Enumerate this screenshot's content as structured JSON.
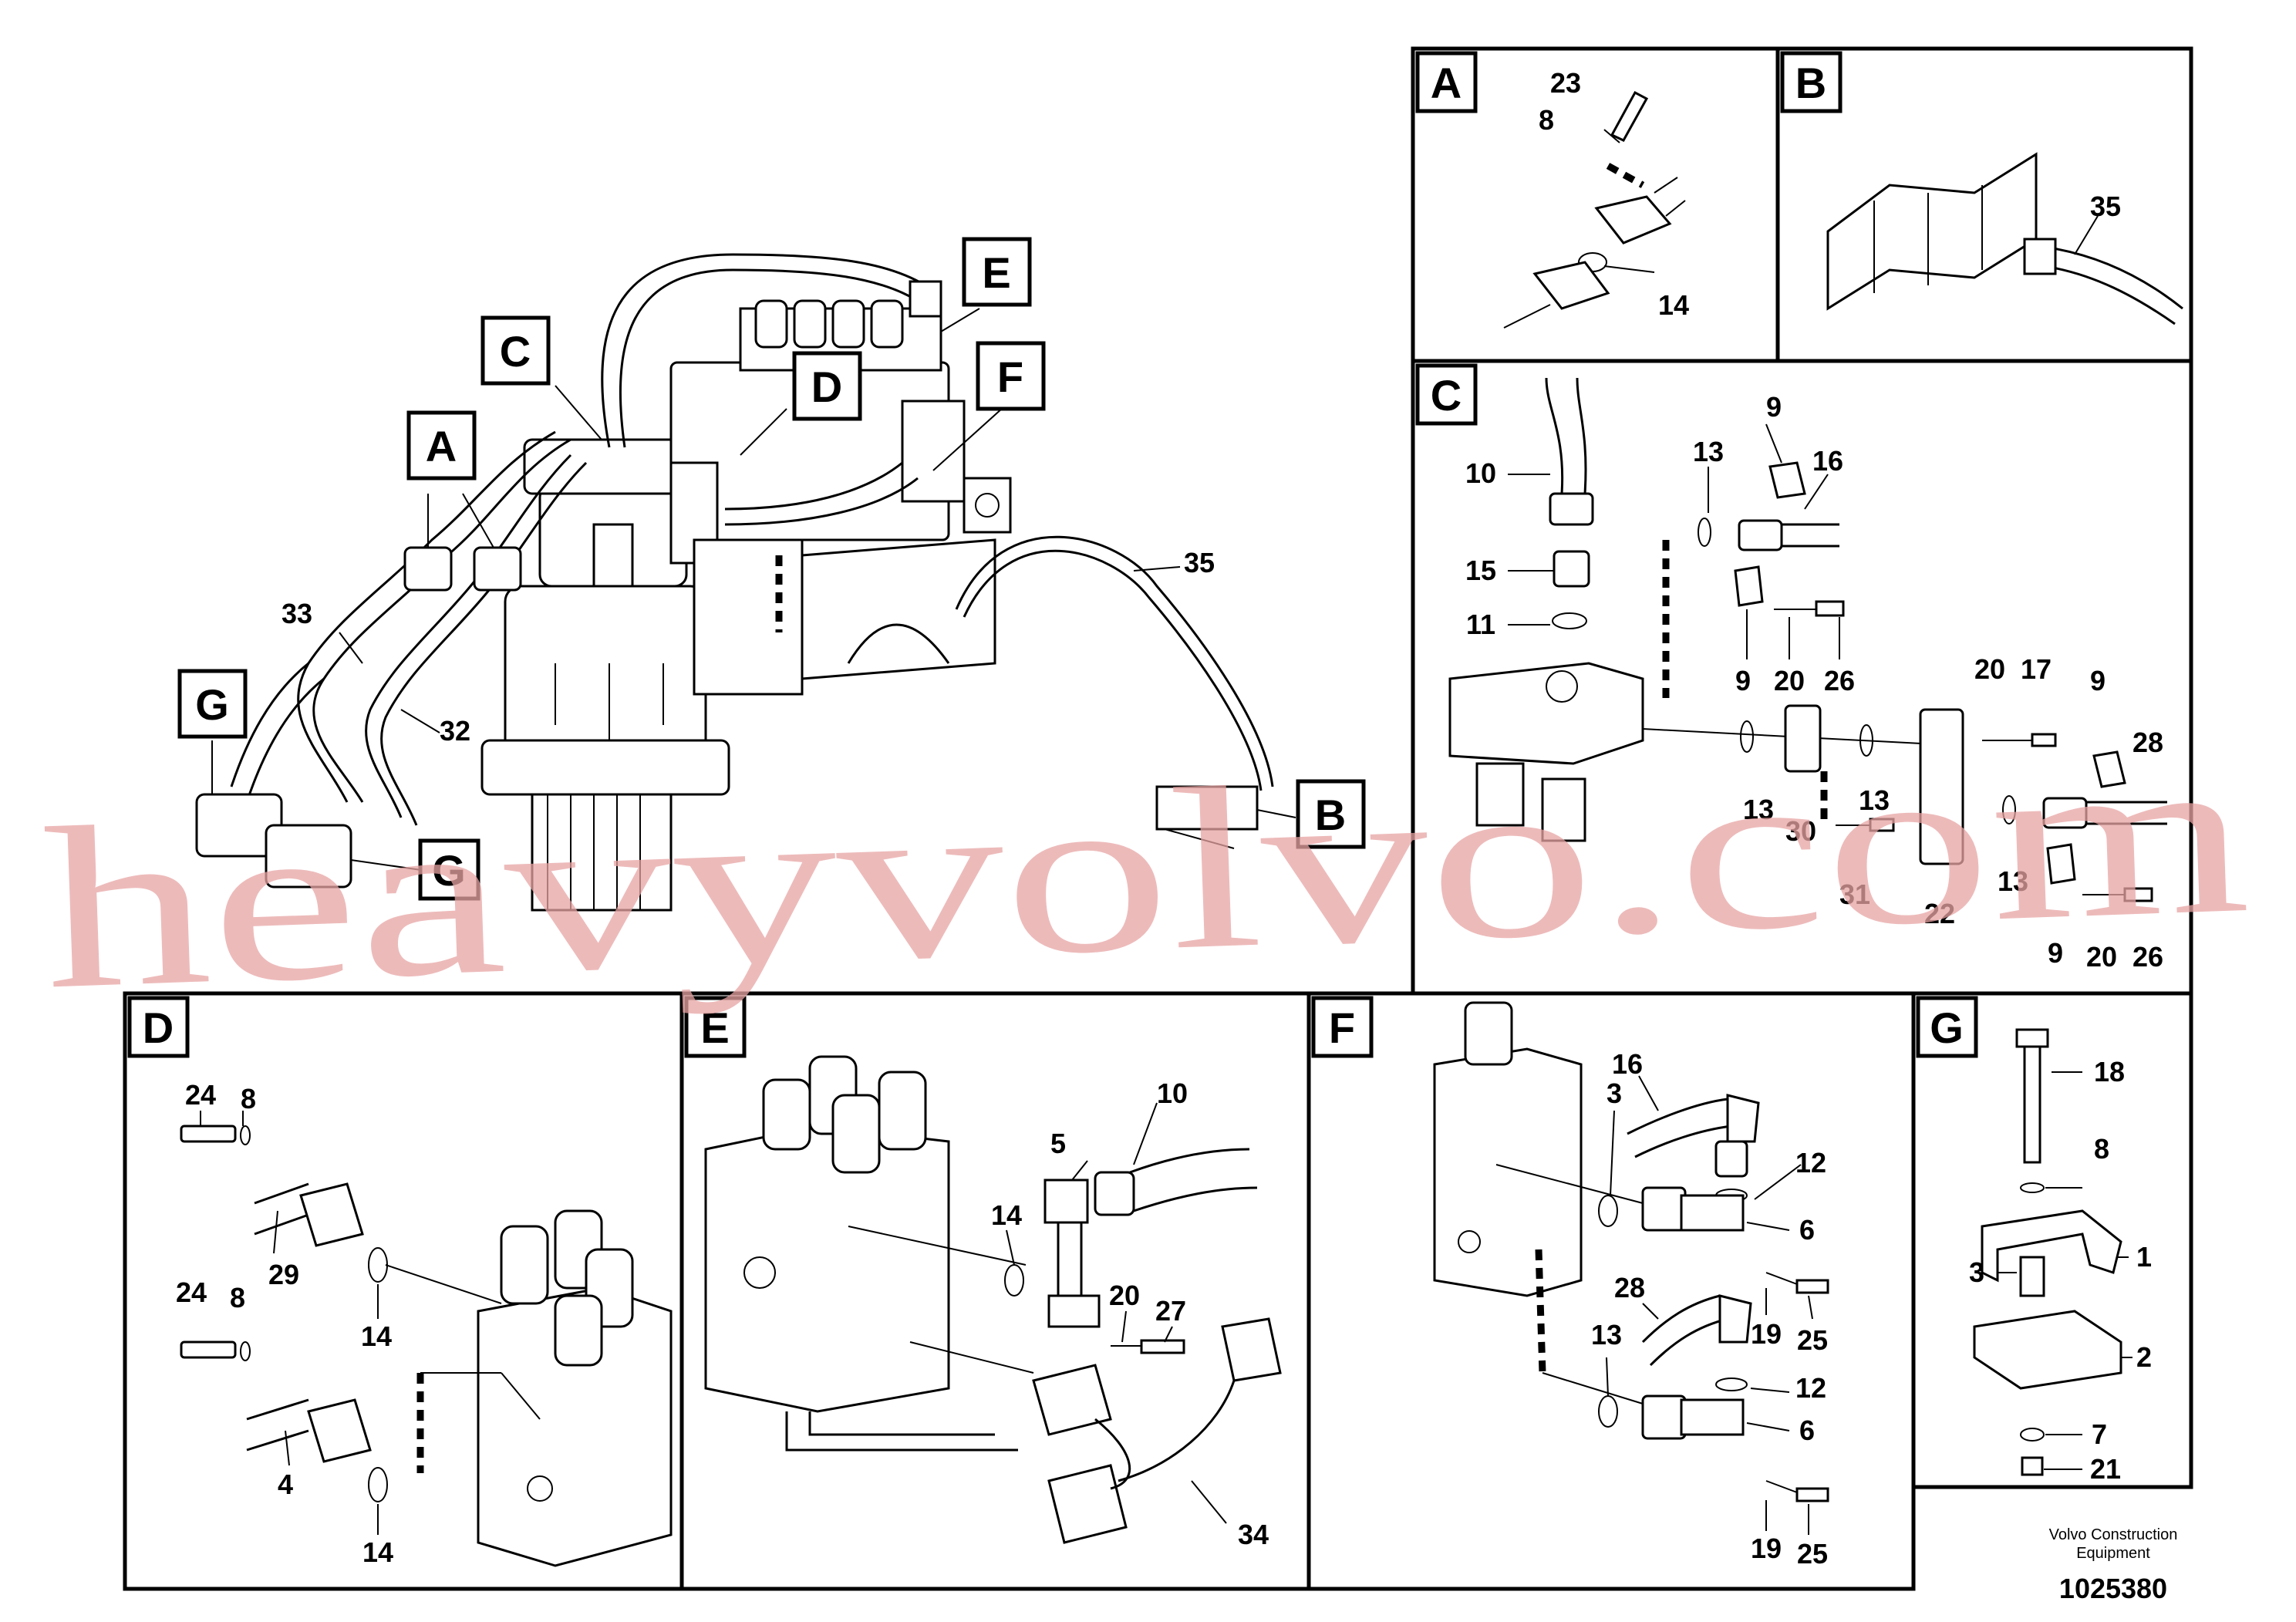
{
  "panels": {
    "A": {
      "letter": "A",
      "callouts": [
        "23",
        "8",
        "14"
      ]
    },
    "B": {
      "letter": "B",
      "callouts": [
        "35"
      ]
    },
    "C": {
      "letter": "C",
      "callouts": [
        "10",
        "15",
        "11",
        "13",
        "9",
        "16",
        "9",
        "20",
        "26",
        "20",
        "17",
        "9",
        "28",
        "13",
        "30",
        "13",
        "31",
        "22",
        "13",
        "9",
        "20",
        "26"
      ]
    },
    "D": {
      "letter": "D",
      "callouts": [
        "24",
        "8",
        "29",
        "14",
        "24",
        "8",
        "4",
        "14"
      ]
    },
    "E": {
      "letter": "E",
      "callouts": [
        "10",
        "5",
        "14",
        "20",
        "27",
        "34"
      ]
    },
    "F": {
      "letter": "F",
      "callouts": [
        "16",
        "3",
        "12",
        "6",
        "19",
        "25",
        "28",
        "13",
        "12",
        "6",
        "19",
        "25"
      ]
    },
    "G": {
      "letter": "G",
      "callouts": [
        "18",
        "8",
        "3",
        "1",
        "2",
        "7",
        "21"
      ]
    }
  },
  "overview": {
    "tags": [
      "A",
      "C",
      "D",
      "E",
      "F",
      "B",
      "G",
      "G"
    ],
    "callouts": [
      "33",
      "32",
      "35"
    ]
  },
  "footer": {
    "company_line1": "Volvo Construction",
    "company_line2": "Equipment",
    "doc_number": "1025380"
  },
  "watermark": "heavyvolvo.com"
}
